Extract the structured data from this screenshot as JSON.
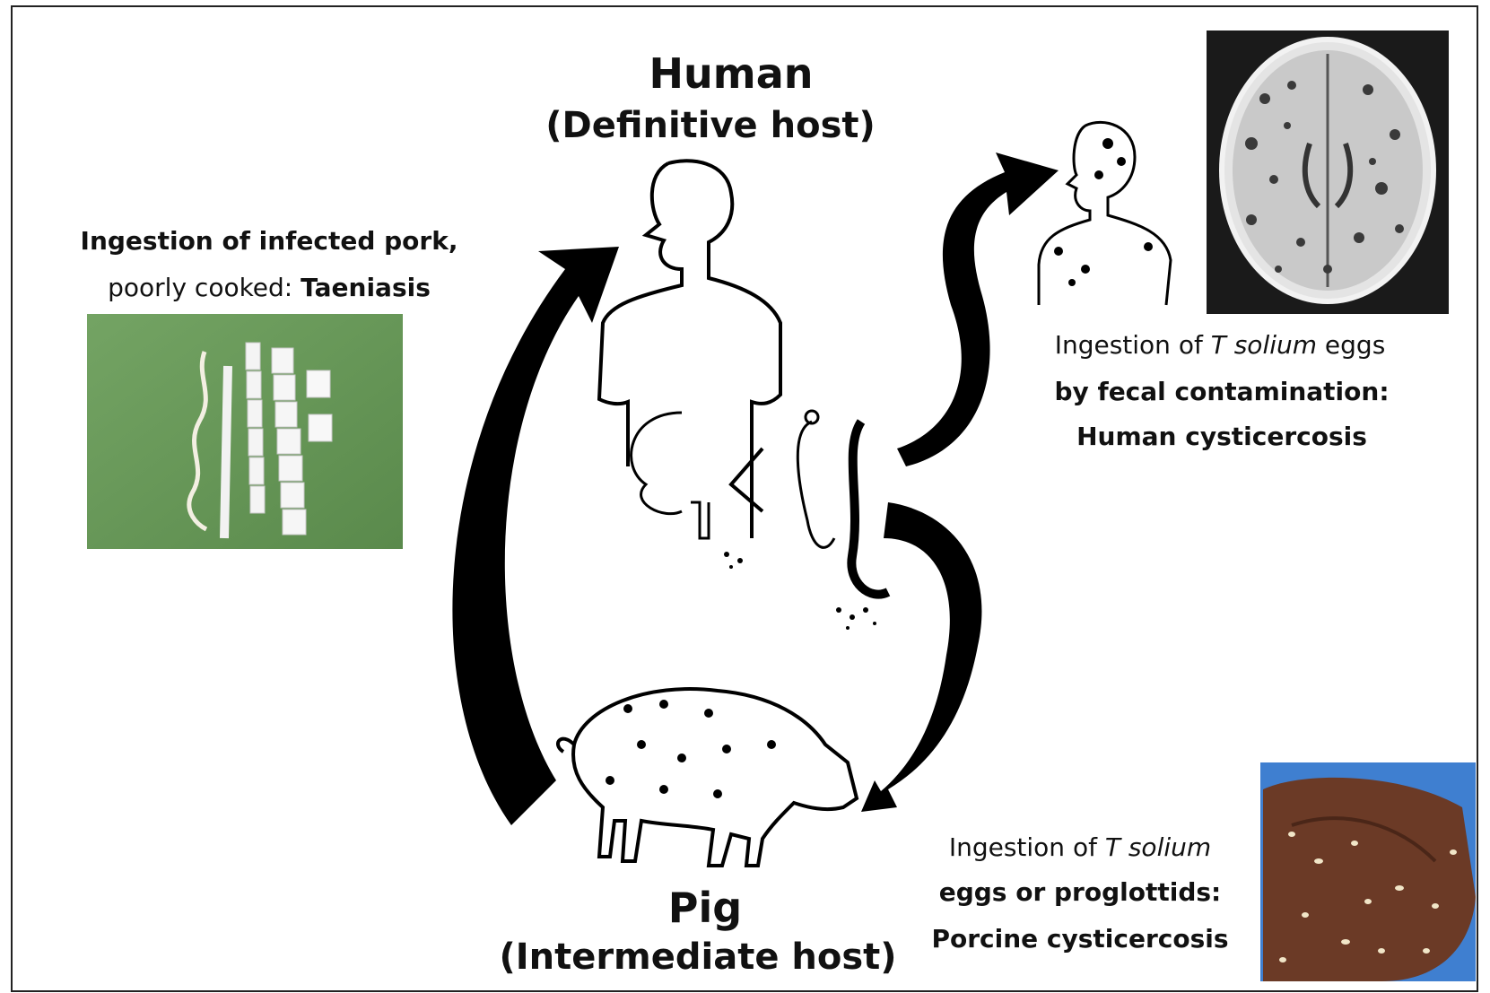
{
  "human_host": {
    "title": "Human",
    "subtitle": "(Definitive host)"
  },
  "pig_host": {
    "title": "Pig",
    "subtitle": "(Intermediate host)"
  },
  "taeniasis": {
    "line1": "Ingestion of infected pork,",
    "line2_prefix": "poorly cooked: ",
    "line2_bold": "Taeniasis"
  },
  "human_cysticercosis": {
    "line1_prefix": "Ingestion of ",
    "line1_italic": "T solium",
    "line1_suffix": " eggs",
    "line2": "by fecal contamination:",
    "line3": "Human cysticercosis"
  },
  "porcine_cysticercosis": {
    "line1_prefix": "Ingestion of ",
    "line1_italic": "T solium",
    "line2": "eggs or proglottids:",
    "line3": "Porcine cysticercosis"
  },
  "colors": {
    "arrow": "#000000",
    "photo_green": "#6a9a5a",
    "brain_bg": "#1a1a1a",
    "pig_tissue": "#6b3a26",
    "photo_blue": "#3f7fd0"
  }
}
